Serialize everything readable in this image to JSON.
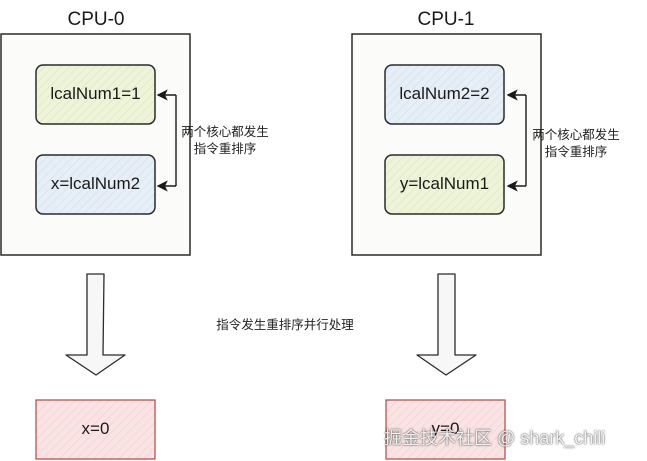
{
  "cpus": [
    {
      "title": "CPU-0",
      "instructions": [
        {
          "text": "lcalNum1=1",
          "color": "#eef4d8"
        },
        {
          "text": "x=lcalNum2",
          "color": "#e6eef7"
        }
      ],
      "reorder_note": [
        "两个核心都发生",
        "指令重排序"
      ],
      "result": {
        "text": "x=0",
        "color": "#fbe3e3"
      }
    },
    {
      "title": "CPU-1",
      "instructions": [
        {
          "text": "lcalNum2=2",
          "color": "#e6eef7"
        },
        {
          "text": "y=lcalNum1",
          "color": "#eef4d8"
        }
      ],
      "reorder_note": [
        "两个核心都发生",
        "指令重排序"
      ],
      "result": {
        "text": "y=0",
        "color": "#fbe3e3"
      }
    }
  ],
  "middle_label": "指令发生重排序并行处理",
  "watermark": "掘金技术社区 @ shark_chili",
  "colors": {
    "stroke": "#2b2b2b",
    "cpu_fill": "#fbfbf9",
    "result_stroke": "#b85450"
  }
}
